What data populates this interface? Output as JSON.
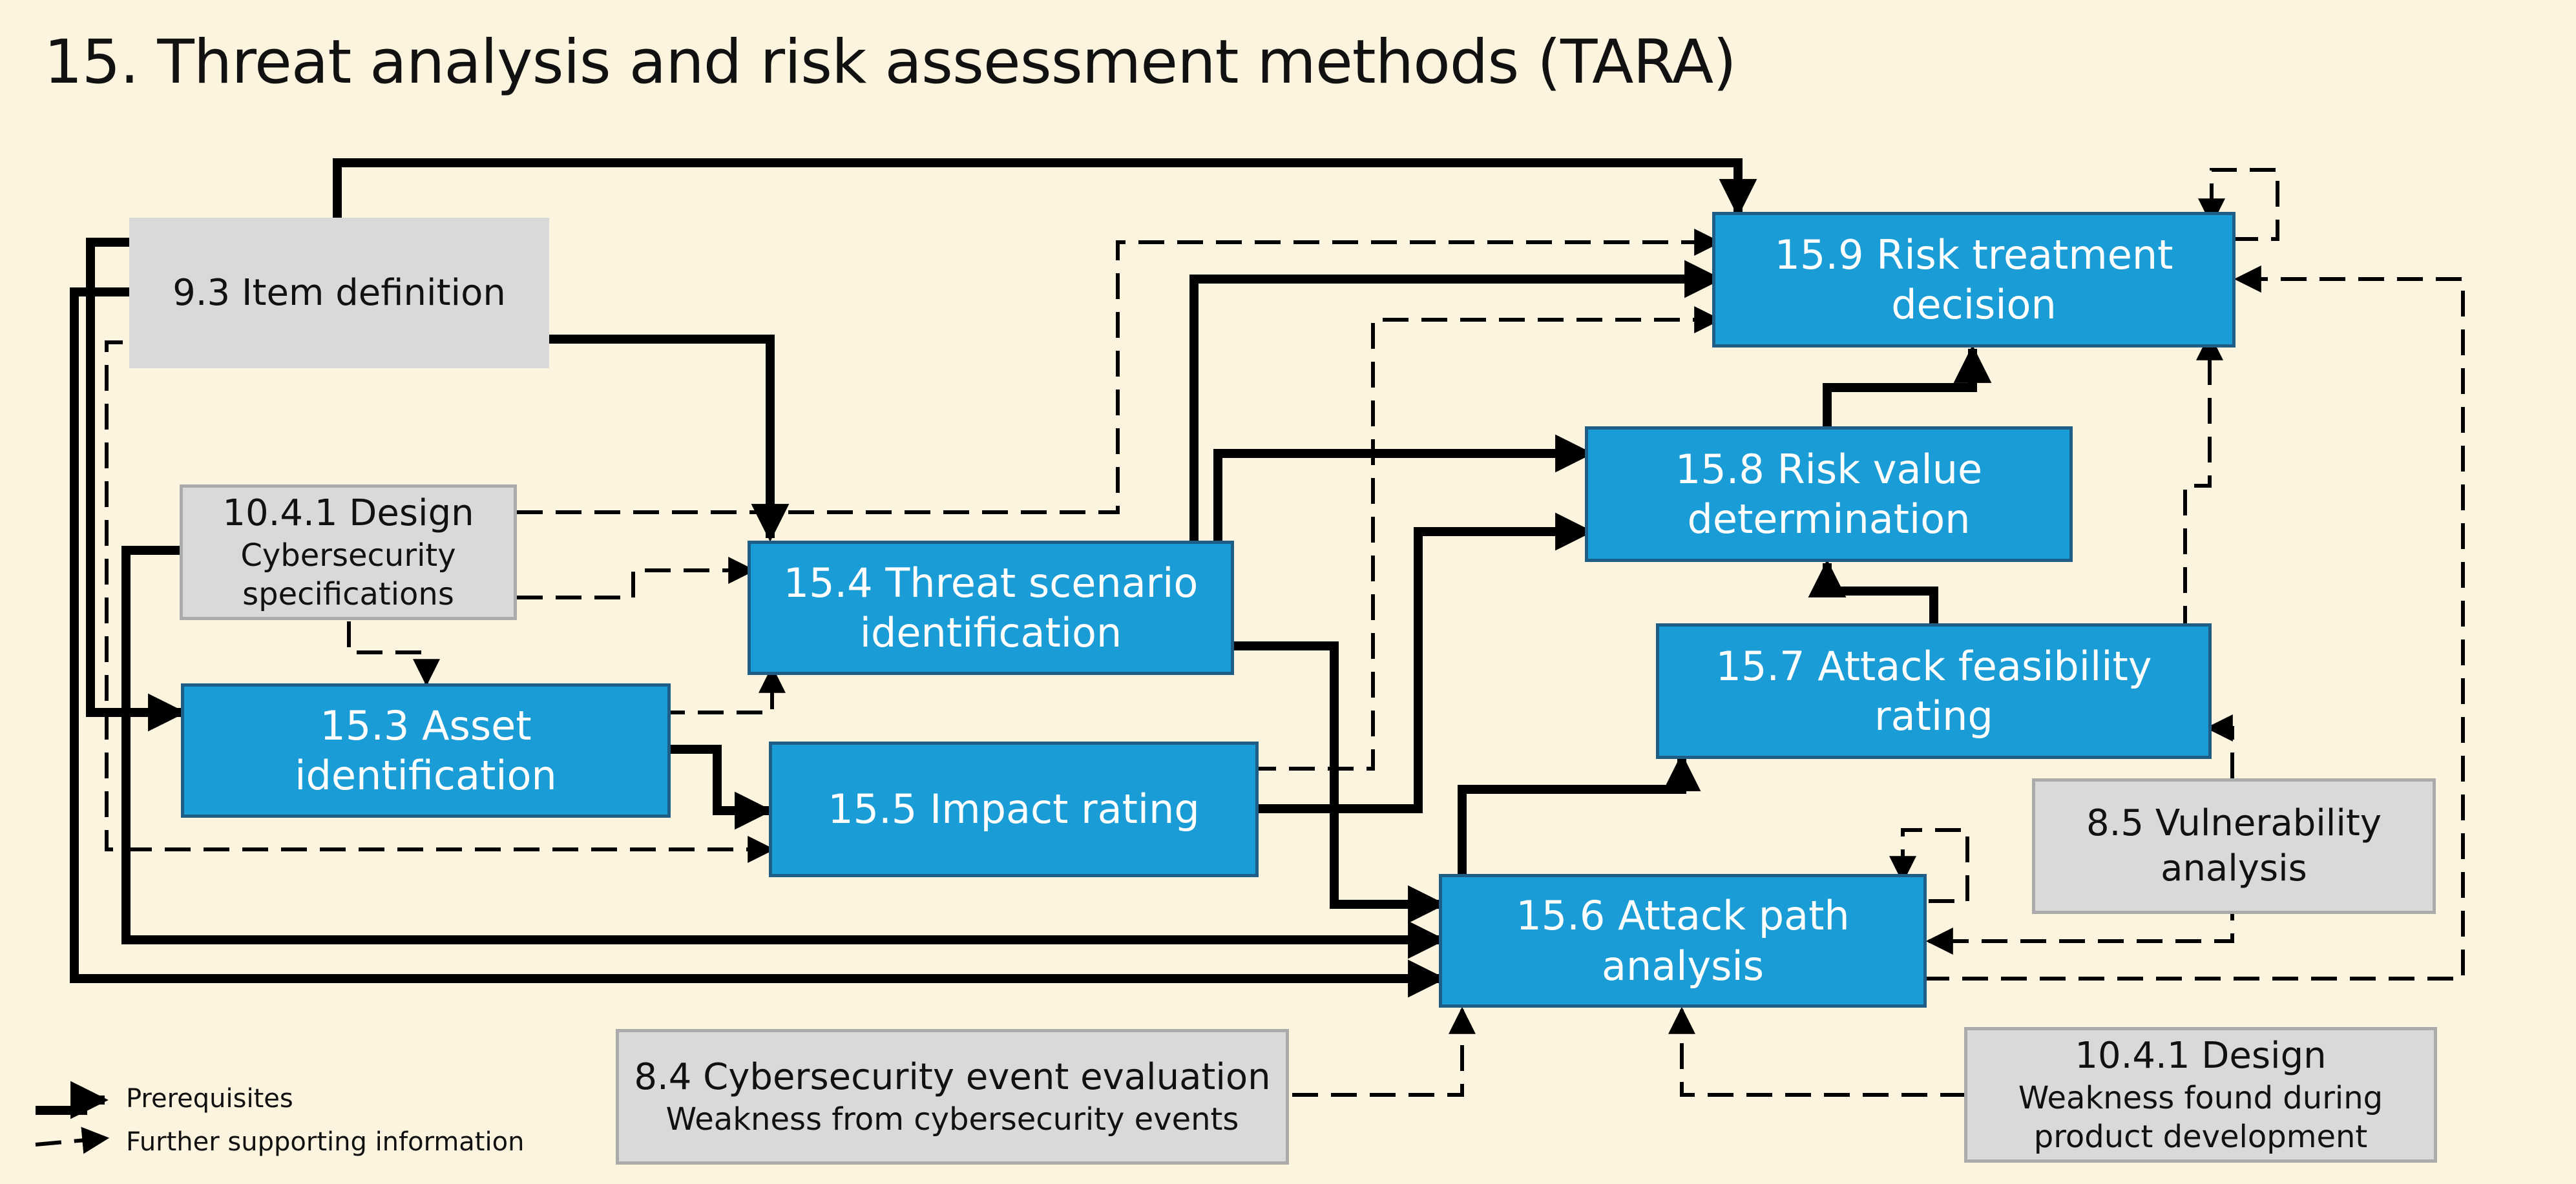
{
  "title": "15. Threat analysis and risk assessment methods (TARA)",
  "boxes": {
    "item_definition": {
      "line1": "9.3 Item definition"
    },
    "design_specs": {
      "line1": "10.4.1 Design",
      "line2": "Cybersecurity",
      "line3": "specifications"
    },
    "asset_identification": {
      "line1": "15.3 Asset",
      "line2": "identification"
    },
    "threat_scenario": {
      "line1": "15.4 Threat scenario",
      "line2": "identification"
    },
    "impact_rating": {
      "line1": "15.5 Impact rating"
    },
    "attack_path": {
      "line1": "15.6 Attack path",
      "line2": "analysis"
    },
    "attack_feasibility": {
      "line1": "15.7 Attack feasibility",
      "line2": "rating"
    },
    "risk_value": {
      "line1": "15.8 Risk value",
      "line2": "determination"
    },
    "risk_treatment": {
      "line1": "15.9 Risk treatment",
      "line2": "decision"
    },
    "vulnerability_analysis": {
      "line1": "8.5 Vulnerability",
      "line2": "analysis"
    },
    "event_evaluation": {
      "line1": "8.4 Cybersecurity event evaluation",
      "line2": "Weakness from cybersecurity events"
    },
    "design_weakness": {
      "line1": "10.4.1 Design",
      "line2": "Weakness found during",
      "line3": "product development"
    }
  },
  "legend": {
    "prerequisites": "Prerequisites",
    "supporting": "Further supporting information"
  },
  "colors": {
    "background": "#FCF4DE",
    "process_box": "#1A9DD6",
    "input_box": "#D9D9D9",
    "arrow": "#000000"
  }
}
